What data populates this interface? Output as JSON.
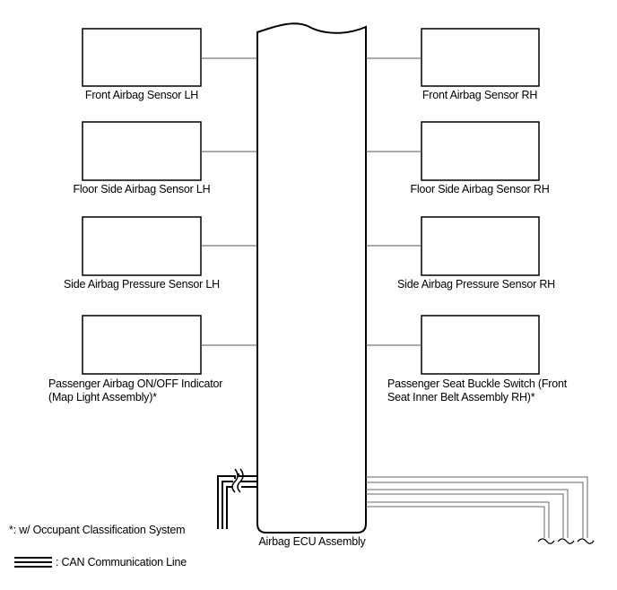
{
  "left_components": [
    {
      "label": "Front Airbag Sensor LH"
    },
    {
      "label": "Floor Side Airbag Sensor LH"
    },
    {
      "label": "Side Airbag Pressure Sensor LH"
    },
    {
      "label_line1": "Passenger Airbag ON/OFF Indicator",
      "label_line2": "(Map Light Assembly)*"
    }
  ],
  "right_components": [
    {
      "label": "Front Airbag Sensor RH"
    },
    {
      "label": "Floor Side Airbag Sensor RH"
    },
    {
      "label": "Side Airbag Pressure Sensor RH"
    },
    {
      "label_line1": "Passenger Seat Buckle Switch (Front",
      "label_line2": "Seat Inner Belt Assembly RH)*"
    }
  ],
  "ecu": {
    "label": "Airbag ECU Assembly"
  },
  "legend": {
    "footnote": "*: w/ Occupant Classification System",
    "can_line": ": CAN Communication Line"
  }
}
